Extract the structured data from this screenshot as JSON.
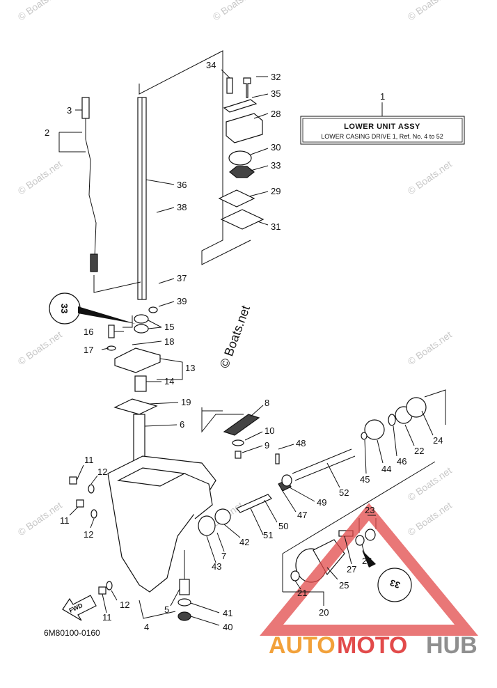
{
  "title_box": {
    "ref_number": "1",
    "title": "LOWER UNIT ASSY",
    "subtitle": "LOWER CASING DRIVE 1,  Ref. No. 4 to 52"
  },
  "diagram_code": "6M80100-0160",
  "fwd_label": "FWD",
  "seal_marks": [
    "33",
    "33"
  ],
  "watermark": "© Boats.net",
  "brand": {
    "part1": "AUTO",
    "part2": "MOTO",
    "part3": "HUB"
  },
  "colors": {
    "watermark": "#c8c8c8",
    "brand_orange": "#f2a13a",
    "brand_red": "#e24a4a",
    "brand_gray": "#8f8f8f",
    "triangle": "#e24a4a"
  },
  "labels": [
    {
      "id": "p34",
      "text": "34"
    },
    {
      "id": "p32",
      "text": "32"
    },
    {
      "id": "p35",
      "text": "35"
    },
    {
      "id": "p28",
      "text": "28"
    },
    {
      "id": "p30",
      "text": "30"
    },
    {
      "id": "p33a",
      "text": "33"
    },
    {
      "id": "p29",
      "text": "29"
    },
    {
      "id": "p31",
      "text": "31"
    },
    {
      "id": "p36",
      "text": "36"
    },
    {
      "id": "p38",
      "text": "38"
    },
    {
      "id": "p37",
      "text": "37"
    },
    {
      "id": "p39",
      "text": "39"
    },
    {
      "id": "p15",
      "text": "15"
    },
    {
      "id": "p16",
      "text": "16"
    },
    {
      "id": "p18",
      "text": "18"
    },
    {
      "id": "p17",
      "text": "17"
    },
    {
      "id": "p13",
      "text": "13"
    },
    {
      "id": "p14",
      "text": "14"
    },
    {
      "id": "p19",
      "text": "19"
    },
    {
      "id": "p6",
      "text": "6"
    },
    {
      "id": "p3",
      "text": "3"
    },
    {
      "id": "p2",
      "text": "2"
    },
    {
      "id": "p8",
      "text": "8"
    },
    {
      "id": "p10",
      "text": "10"
    },
    {
      "id": "p9",
      "text": "9"
    },
    {
      "id": "p48",
      "text": "48"
    },
    {
      "id": "p24",
      "text": "24"
    },
    {
      "id": "p22",
      "text": "22"
    },
    {
      "id": "p46",
      "text": "46"
    },
    {
      "id": "p44",
      "text": "44"
    },
    {
      "id": "p45",
      "text": "45"
    },
    {
      "id": "p52",
      "text": "52"
    },
    {
      "id": "p49",
      "text": "49"
    },
    {
      "id": "p47",
      "text": "47"
    },
    {
      "id": "p50",
      "text": "50"
    },
    {
      "id": "p51",
      "text": "51"
    },
    {
      "id": "p42",
      "text": "42"
    },
    {
      "id": "p7",
      "text": "7"
    },
    {
      "id": "p43",
      "text": "43"
    },
    {
      "id": "p23",
      "text": "23"
    },
    {
      "id": "p26",
      "text": "26"
    },
    {
      "id": "p27",
      "text": "27"
    },
    {
      "id": "p25",
      "text": "25"
    },
    {
      "id": "p21",
      "text": "21"
    },
    {
      "id": "p20",
      "text": "20"
    },
    {
      "id": "p11a",
      "text": "11"
    },
    {
      "id": "p12a",
      "text": "12"
    },
    {
      "id": "p11b",
      "text": "11"
    },
    {
      "id": "p12b",
      "text": "12"
    },
    {
      "id": "p12c",
      "text": "12"
    },
    {
      "id": "p11c",
      "text": "11"
    },
    {
      "id": "p5",
      "text": "5"
    },
    {
      "id": "p41",
      "text": "41"
    },
    {
      "id": "p40",
      "text": "40"
    },
    {
      "id": "p4",
      "text": "4"
    }
  ]
}
